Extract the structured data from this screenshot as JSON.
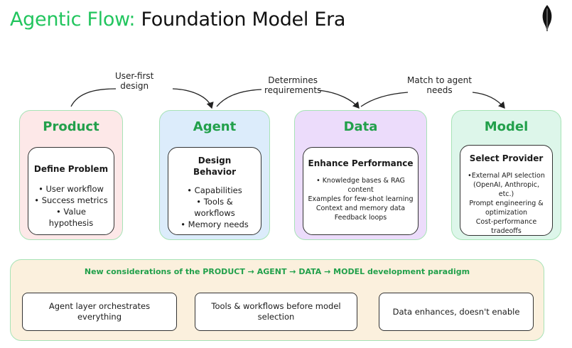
{
  "title": {
    "accent": "Agentic Flow:",
    "rest": "Foundation Model Era"
  },
  "annotations": {
    "user_first": [
      "User-first",
      "design"
    ],
    "determines": [
      "Determines",
      "requirements"
    ],
    "match": [
      "Match to agent",
      "needs"
    ]
  },
  "stages": {
    "product": {
      "title": "Product",
      "card_title": "Define Problem",
      "items": [
        "• User workflow",
        "• Success metrics",
        "• Value hypothesis"
      ]
    },
    "agent": {
      "title": "Agent",
      "card_title": [
        "Design",
        "Behavior"
      ],
      "items": [
        "• Capabilities",
        "• Tools &",
        "workflows",
        "• Memory needs"
      ]
    },
    "data": {
      "title": "Data",
      "card_title": "Enhance Performance",
      "items": [
        "• Knowledge bases & RAG",
        "content",
        "Examples for few-shot learning",
        "Context and memory data",
        "Feedback loops"
      ]
    },
    "model": {
      "title": "Model",
      "card_title": "Select Provider",
      "items": [
        "•External API selection",
        "(OpenAI, Anthropic, etc.)",
        "Prompt engineering &",
        "optimization",
        "Cost-performance",
        "tradeoffs"
      ]
    }
  },
  "bottom": {
    "title": "New considerations of the PRODUCT → AGENT → DATA → MODEL development paradigm",
    "cards": [
      "Agent layer orchestrates everything",
      [
        "Tools & workflows before model",
        "selection"
      ],
      "Data enhances, doesn't enable"
    ]
  },
  "colors": {
    "accent_green": "#22c55e",
    "stage_title_green": "#22a04b",
    "product_bg": "#fde8e8",
    "agent_bg": "#dcecfb",
    "data_bg": "#ecdcfb",
    "model_bg": "#ddf6ea",
    "bottom_bg": "#fbf0dd"
  }
}
